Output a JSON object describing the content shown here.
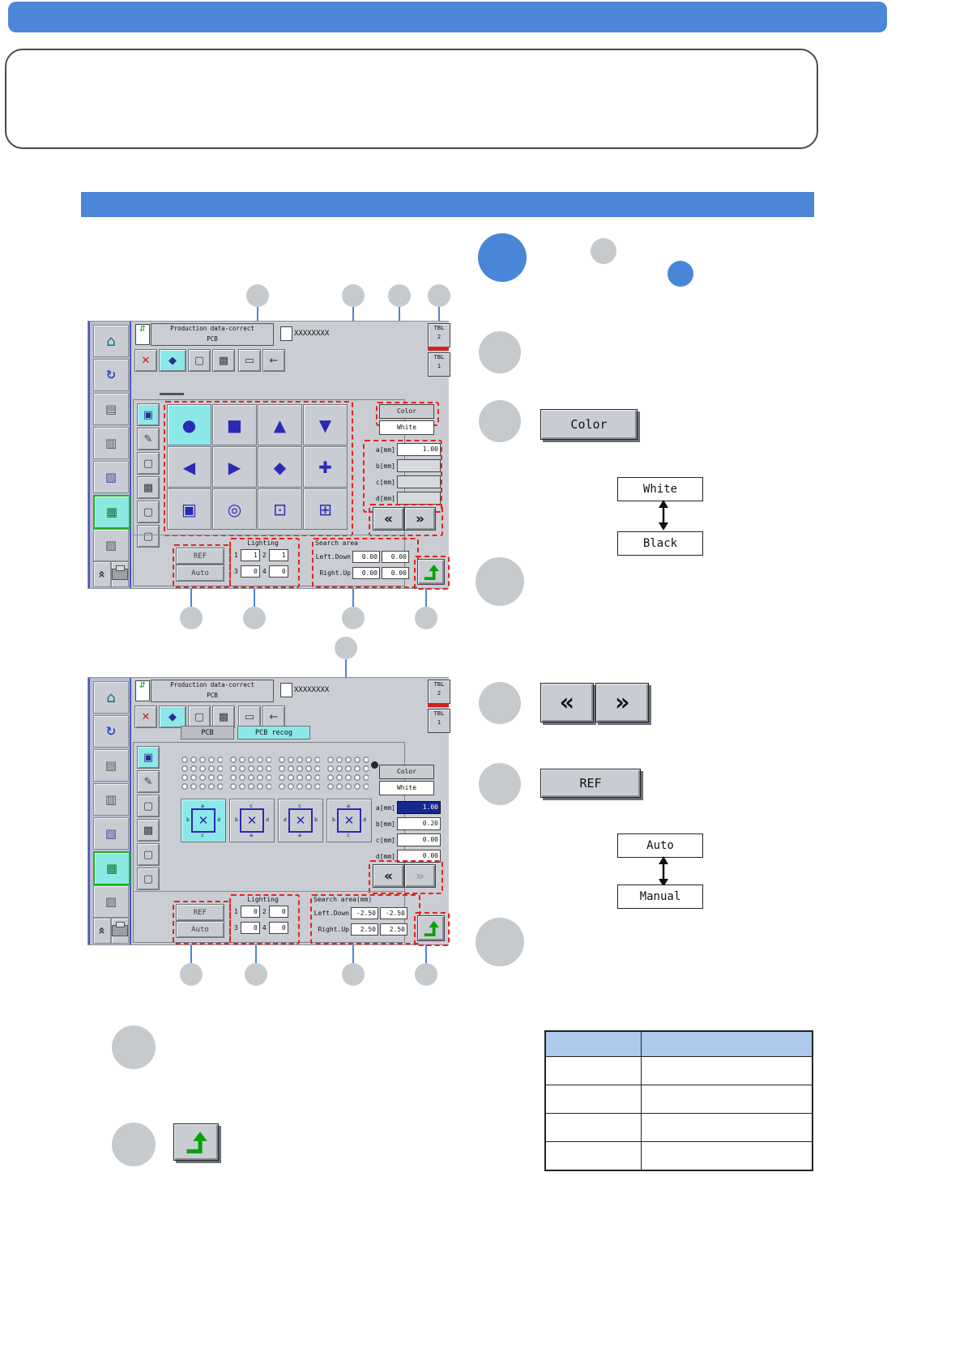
{
  "shot1": {
    "title_line1": "Production data-correct",
    "title_line2": "PCB",
    "doc_name": "XXXXXXXX",
    "tbl_label": "TBL",
    "tbl_top_num": "2",
    "tbl_bottom_num": "1",
    "color_label": "Color",
    "color_value": "White",
    "shape_icons": [
      "circle",
      "square",
      "triangle-up",
      "triangle-down",
      "wedge-left",
      "wedge-right",
      "diamond",
      "cross-squares",
      "corner-squares",
      "ring-square",
      "square-pair-a",
      "square-pair-b"
    ],
    "dims": [
      {
        "label": "a[mm]",
        "value": "1.00"
      },
      {
        "label": "b[mm]",
        "value": ""
      },
      {
        "label": "c[mm]",
        "value": ""
      },
      {
        "label": "d[mm]",
        "value": ""
      }
    ],
    "ref_label": "REF",
    "auto_label": "Auto",
    "lighting": {
      "title": "Lighting",
      "items": [
        {
          "n": "1",
          "v": "1"
        },
        {
          "n": "2",
          "v": "1"
        },
        {
          "n": "3",
          "v": "0"
        },
        {
          "n": "4",
          "v": "0"
        }
      ]
    },
    "search": {
      "title": "Search area",
      "rows": [
        {
          "label": "Left.Down",
          "v1": "0.00",
          "v2": "0.00"
        },
        {
          "label": "Right.Up",
          "v1": "0.00",
          "v2": "0.00"
        }
      ]
    }
  },
  "shot2": {
    "title_line1": "Production data-correct",
    "title_line2": "PCB",
    "doc_name": "XXXXXXXX",
    "tbl_label": "TBL",
    "tbl_top_num": "2",
    "tbl_bottom_num": "1",
    "tabs": {
      "pcb": "PCB",
      "pcb_recog": "PCB recog"
    },
    "color_label": "Color",
    "color_value": "White",
    "dims": [
      {
        "label": "a[mm]",
        "value": "1.00"
      },
      {
        "label": "b[mm]",
        "value": "0.20"
      },
      {
        "label": "c[mm]",
        "value": "0.00"
      },
      {
        "label": "d[mm]",
        "value": "0.00"
      }
    ],
    "ref_label": "REF",
    "auto_label": "Auto",
    "lighting": {
      "title": "Lighting",
      "items": [
        {
          "n": "1",
          "v": "0"
        },
        {
          "n": "2",
          "v": "0"
        },
        {
          "n": "3",
          "v": "0"
        },
        {
          "n": "4",
          "v": "0"
        }
      ]
    },
    "search": {
      "title": "Search area(mm)",
      "rows": [
        {
          "label": "Left.Down",
          "v1": "-2.50",
          "v2": "-2.50"
        },
        {
          "label": "Right.Up",
          "v1": "2.50",
          "v2": "2.50"
        }
      ]
    }
  },
  "aside": {
    "color_button": "Color",
    "white": "White",
    "black": "Black",
    "prev_icon": "chevrons-left",
    "next_icon": "chevrons-right",
    "ref_button": "REF",
    "auto": "Auto",
    "manual": "Manual"
  },
  "table": {
    "header": [
      "",
      ""
    ],
    "rows": [
      [
        "",
        ""
      ],
      [
        "",
        ""
      ],
      [
        "",
        ""
      ],
      [
        "",
        ""
      ]
    ]
  },
  "colors": {
    "accent_blue": "#4a86d8",
    "callout_red": "#e3231d",
    "highlight_cyan": "#8ce8e8",
    "table_header": "#adc9ec",
    "green_arrow": "#00a300"
  }
}
